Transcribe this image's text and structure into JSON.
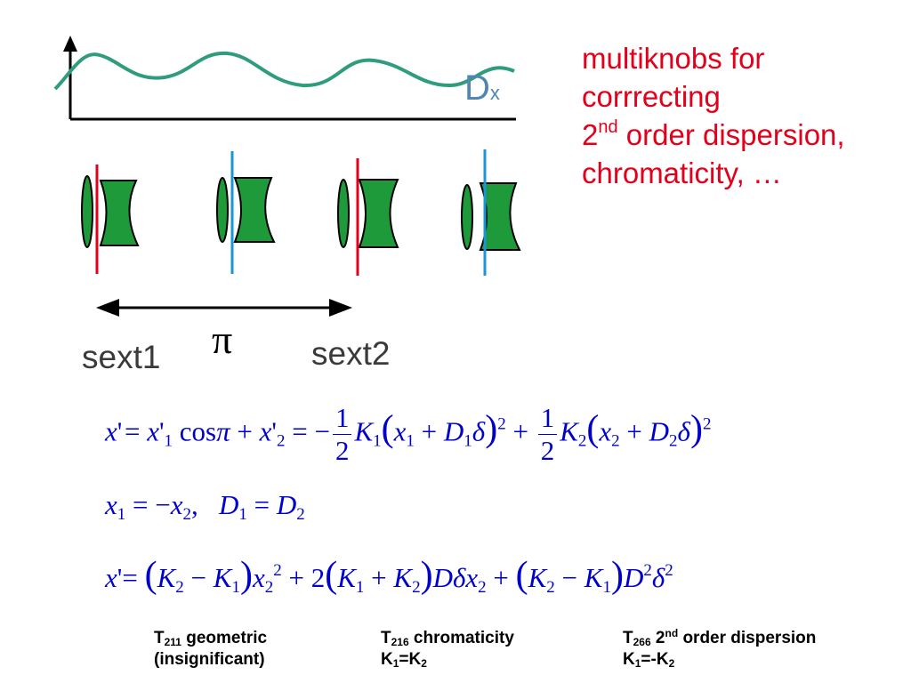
{
  "diagram": {
    "curve_label": "D",
    "curve_label_sub": "x",
    "phase_label": "π",
    "left_label": "sext1",
    "right_label": "sext2",
    "colors": {
      "curve": "#2f9c7d",
      "lens_fill": "#1e9a3a",
      "line_red": "#e3001b",
      "line_blue": "#1a96d8"
    }
  },
  "note": {
    "line1": "multiknobs for",
    "line2": "corrrecting",
    "line3_base": "2",
    "line3_sup": "nd",
    "line3_rest": " order dispersion,",
    "line4": "chromaticity, …"
  },
  "captions": [
    {
      "t": "T",
      "sub": "211",
      "rest": " geometric",
      "line2": "(insignificant)"
    },
    {
      "t": "T",
      "sub": "216",
      "rest": " chromaticity",
      "line2a": "K",
      "s1": "1",
      "eqop": "=K",
      "s2": "2"
    },
    {
      "t": "T",
      "sub": "266",
      "rest_a": " 2",
      "sup": "nd",
      "rest_b": " order dispersion",
      "line2a": "K",
      "s1": "1",
      "eqop": "=-K",
      "s2": "2"
    }
  ]
}
